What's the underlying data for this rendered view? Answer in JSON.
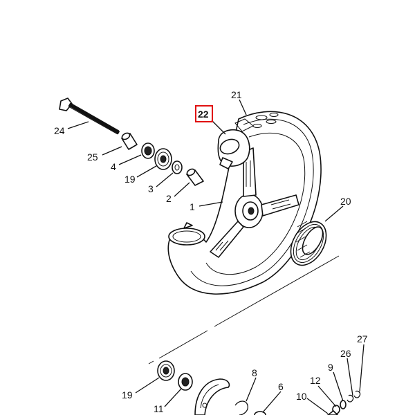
{
  "callouts": [
    {
      "id": "21",
      "text": "21"
    },
    {
      "id": "22",
      "text": "22",
      "highlight": true
    },
    {
      "id": "24",
      "text": "24"
    },
    {
      "id": "25",
      "text": "25"
    },
    {
      "id": "4",
      "text": "4"
    },
    {
      "id": "19a",
      "text": "19"
    },
    {
      "id": "3",
      "text": "3"
    },
    {
      "id": "2",
      "text": "2"
    },
    {
      "id": "1",
      "text": "1"
    },
    {
      "id": "20",
      "text": "20"
    },
    {
      "id": "27",
      "text": "27"
    },
    {
      "id": "26",
      "text": "26"
    },
    {
      "id": "9",
      "text": "9"
    },
    {
      "id": "8",
      "text": "8"
    },
    {
      "id": "12",
      "text": "12"
    },
    {
      "id": "6",
      "text": "6"
    },
    {
      "id": "10",
      "text": "10"
    },
    {
      "id": "19b",
      "text": "19"
    },
    {
      "id": "11",
      "text": "11"
    }
  ],
  "colors": {
    "ink": "#111111",
    "highlight": "#e01010",
    "background": "#ffffff"
  }
}
